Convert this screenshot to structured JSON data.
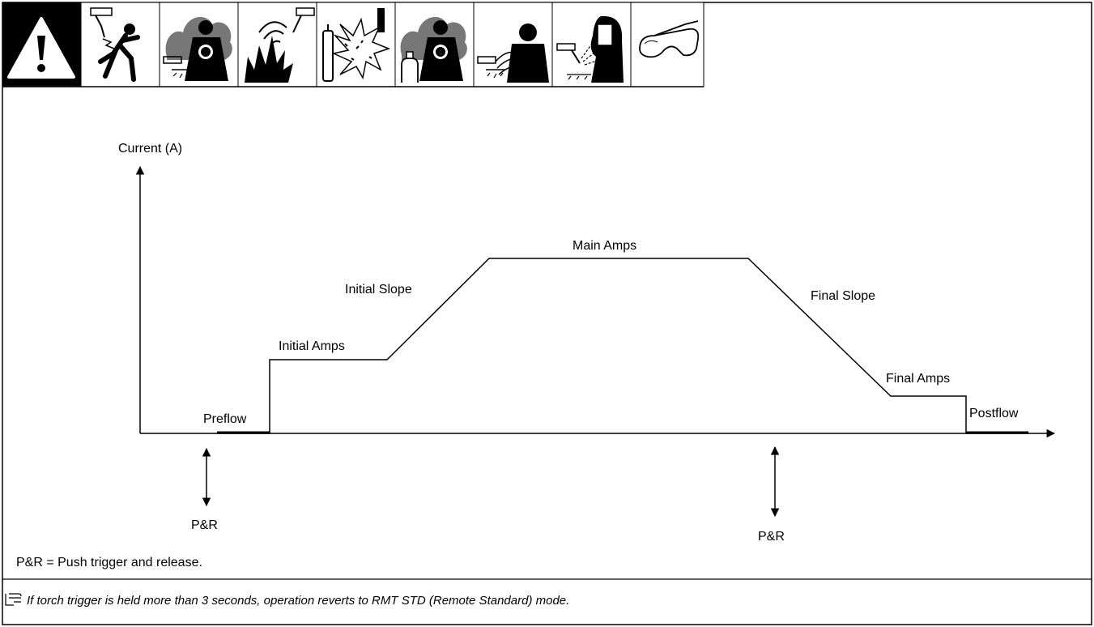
{
  "warning_symbols": [
    {
      "name": "warning-triangle-icon"
    },
    {
      "name": "electric-shock-icon"
    },
    {
      "name": "fumes-gases-icon"
    },
    {
      "name": "fire-explosion-icon"
    },
    {
      "name": "cylinder-explosion-icon"
    },
    {
      "name": "shielding-gas-icon"
    },
    {
      "name": "noise-emf-icon"
    },
    {
      "name": "arc-rays-icon"
    },
    {
      "name": "safety-glasses-icon"
    }
  ],
  "diagram": {
    "y_axis_label": "Current (A)",
    "segments": {
      "preflow": "Preflow",
      "initial_amps": "Initial Amps",
      "initial_slope": "Initial Slope",
      "main_amps": "Main Amps",
      "final_slope": "Final Slope",
      "final_amps": "Final Amps",
      "postflow": "Postflow"
    },
    "trigger_labels": [
      "P&R",
      "P&R"
    ]
  },
  "legend": "P&R = Push trigger and release.",
  "note": "If torch trigger is held more than 3 seconds, operation reverts to RMT STD (Remote Standard) mode.",
  "colors": {
    "line": "#000000",
    "icon_bg": "#000000",
    "page_bg": "#ffffff"
  }
}
